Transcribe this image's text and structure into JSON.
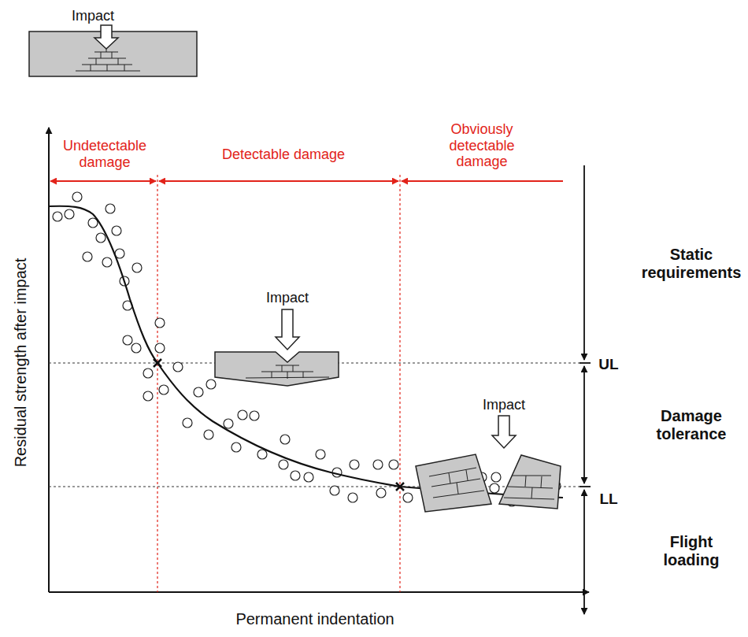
{
  "diagram": {
    "labels": [
      "Impact",
      "Undetectable damage",
      "Detectable damage",
      "Obviously detectable damage",
      "Static requirements",
      "Impact",
      "UL",
      "Damage tolerance",
      "Impact",
      "LL",
      "Flight loading",
      "Residual strength after impact",
      "Permanent indentation"
    ]
  }
}
